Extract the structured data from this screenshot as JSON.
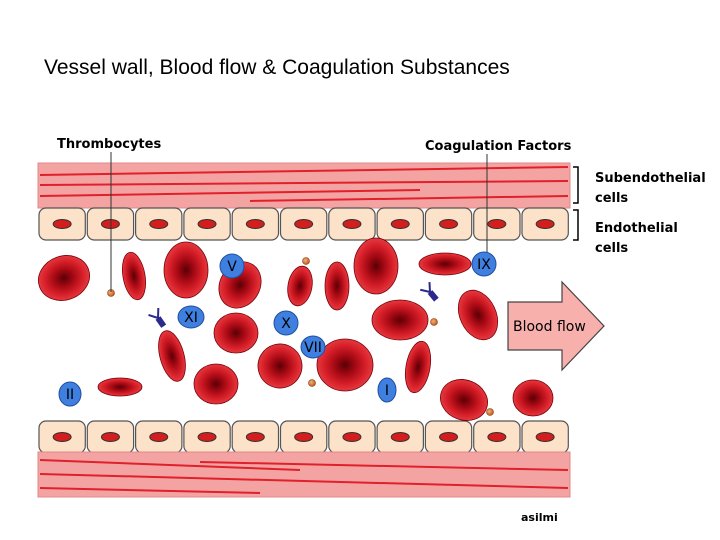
{
  "title": "Vessel wall, Blood flow & Coagulation Substances",
  "labels": {
    "thrombocytes": "Thrombocytes",
    "coagulation_factors": "Coagulation Factors",
    "subendothelial_1": "Subendothelial",
    "subendothelial_2": "cells",
    "endothelial_1": "Endothelial",
    "endothelial_2": "cells",
    "blood_flow": "Blood flow",
    "credit": "asilmi"
  },
  "factors": [
    "V",
    "IX",
    "XI",
    "X",
    "VII",
    "II",
    "I"
  ],
  "colors": {
    "wall": "#f4a3a3",
    "wall_line": "#e0202a",
    "endothelial_cell": "#fbe2c8",
    "nucleus": "#d41e1e",
    "rbc": "#c9141c",
    "factor_badge": "#3f7fe0",
    "arrow": "#f7b0ac",
    "antibody": "#2a2a8c"
  }
}
